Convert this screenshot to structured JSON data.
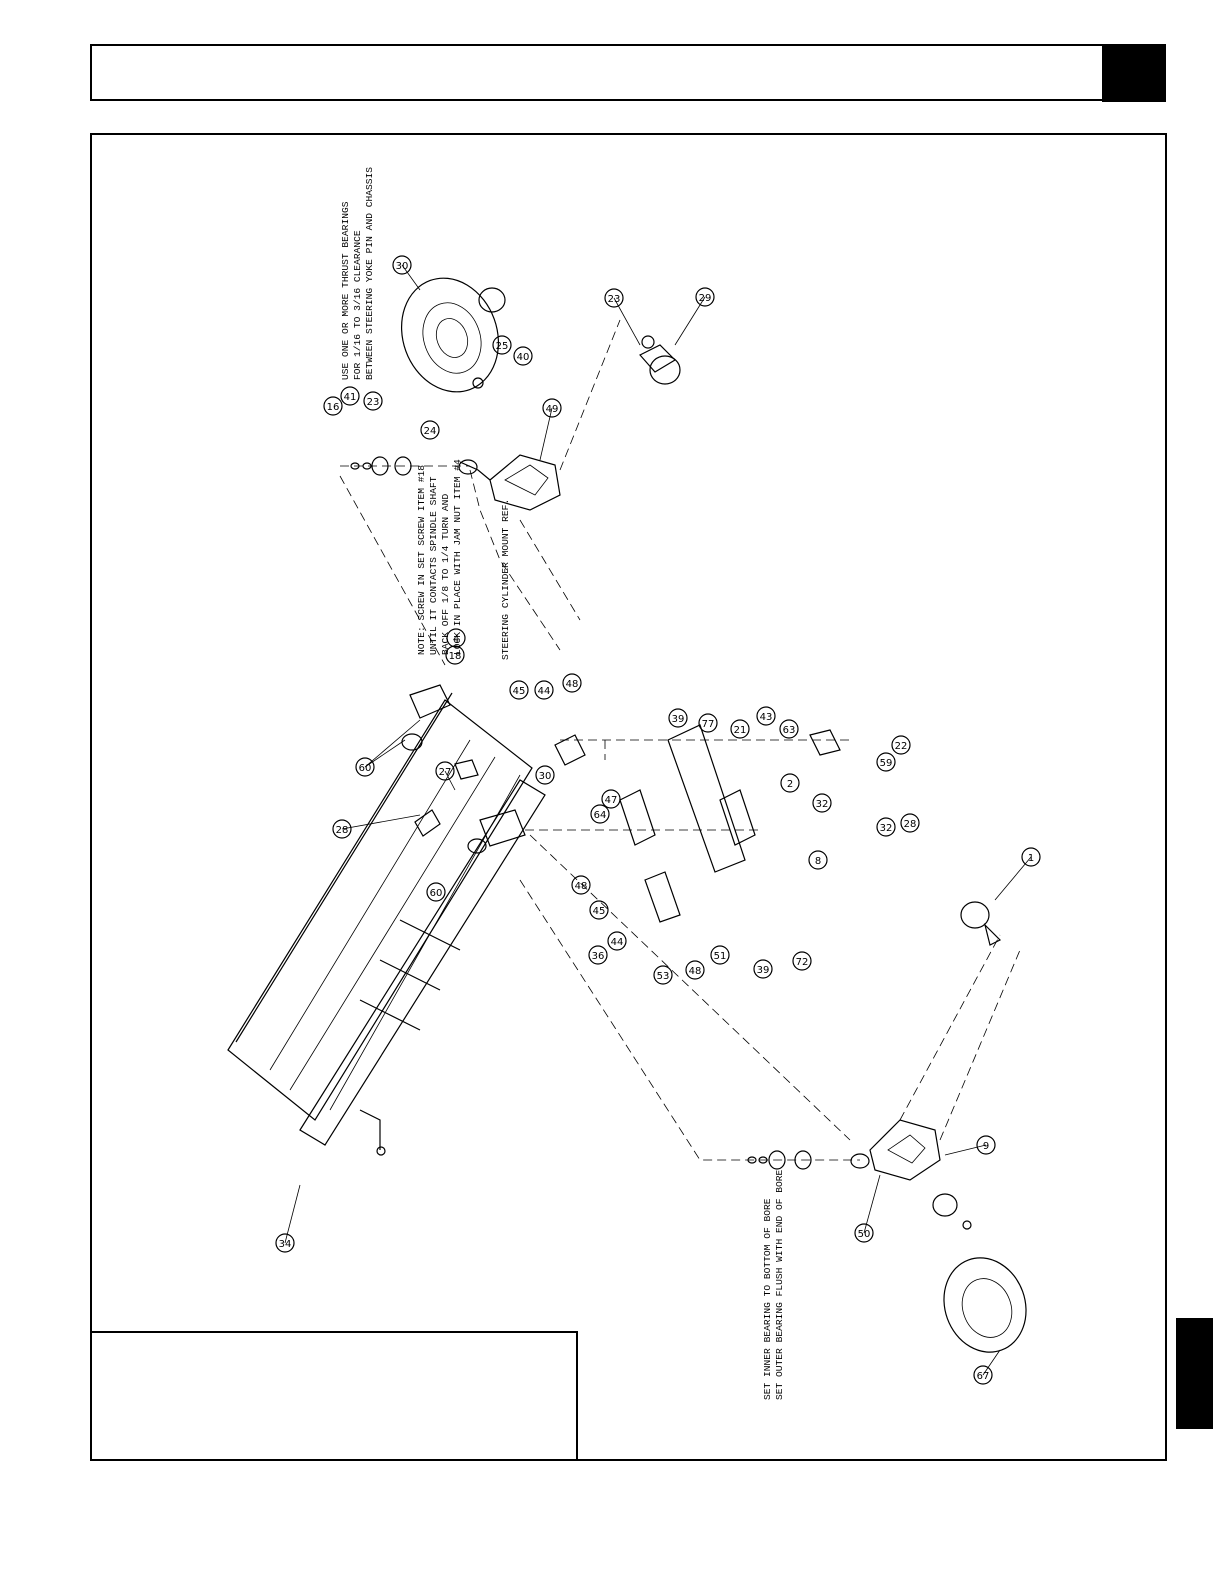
{
  "notes": {
    "thrust_bearings": [
      "USE ONE OR MORE THRUST BEARINGS",
      "FOR 1/16 TO 3/16 CLEARANCE",
      "BETWEEN STEERING YOKE PIN AND CHASSIS"
    ],
    "set_screw": [
      "NOTE: SCREW IN SET SCREW ITEM #18",
      "UNTIL IT CONTACTS SPINDLE SHAFT",
      "BACK OFF 1/8 TO 1/4 TURN AND",
      "LOCK IN PLACE WITH JAM NUT ITEM #4"
    ],
    "cylinder_mount": "STEERING CYLINDER MOUNT REF.",
    "bearing_set": [
      "SET INNER BEARING TO BOTTOM OF BORE",
      "SET OUTER BEARING FLUSH WITH END OF BORE"
    ]
  },
  "callouts": [
    "30",
    "16",
    "41",
    "23",
    "24",
    "25",
    "40",
    "49",
    "23",
    "29",
    "18",
    "4",
    "45",
    "44",
    "48",
    "39",
    "77",
    "21",
    "43",
    "63",
    "60",
    "27",
    "28",
    "30",
    "64",
    "47",
    "2",
    "32",
    "22",
    "59",
    "32",
    "28",
    "60",
    "48",
    "45",
    "36",
    "44",
    "53",
    "48",
    "51",
    "39",
    "72",
    "8",
    "1",
    "9",
    "50",
    "34",
    "67"
  ]
}
